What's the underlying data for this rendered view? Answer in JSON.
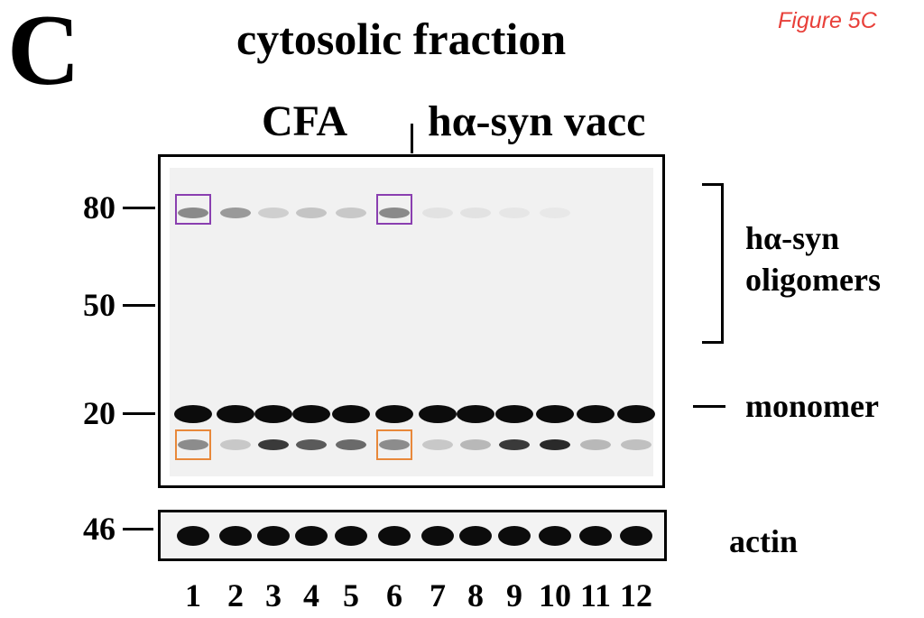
{
  "panel_letter": "C",
  "figure_tag": "Figure 5C",
  "title": "cytosolic fraction",
  "groups": {
    "left": "CFA",
    "right": "hα-syn vacc"
  },
  "mw_markers": [
    "80",
    "50",
    "20",
    "46"
  ],
  "labels": {
    "oligomers_line1": "hα-syn",
    "oligomers_line2": "oligomers",
    "monomer": "monomer",
    "actin": "actin"
  },
  "lanes": [
    "1",
    "2",
    "3",
    "4",
    "5",
    "6",
    "7",
    "8",
    "9",
    "10",
    "11",
    "12"
  ],
  "colors": {
    "figure_tag": "#e8403a",
    "highlight_80": "#8a3fb0",
    "highlight_20": "#e8883a"
  },
  "highlighted_lanes": [
    "1",
    "6"
  ]
}
